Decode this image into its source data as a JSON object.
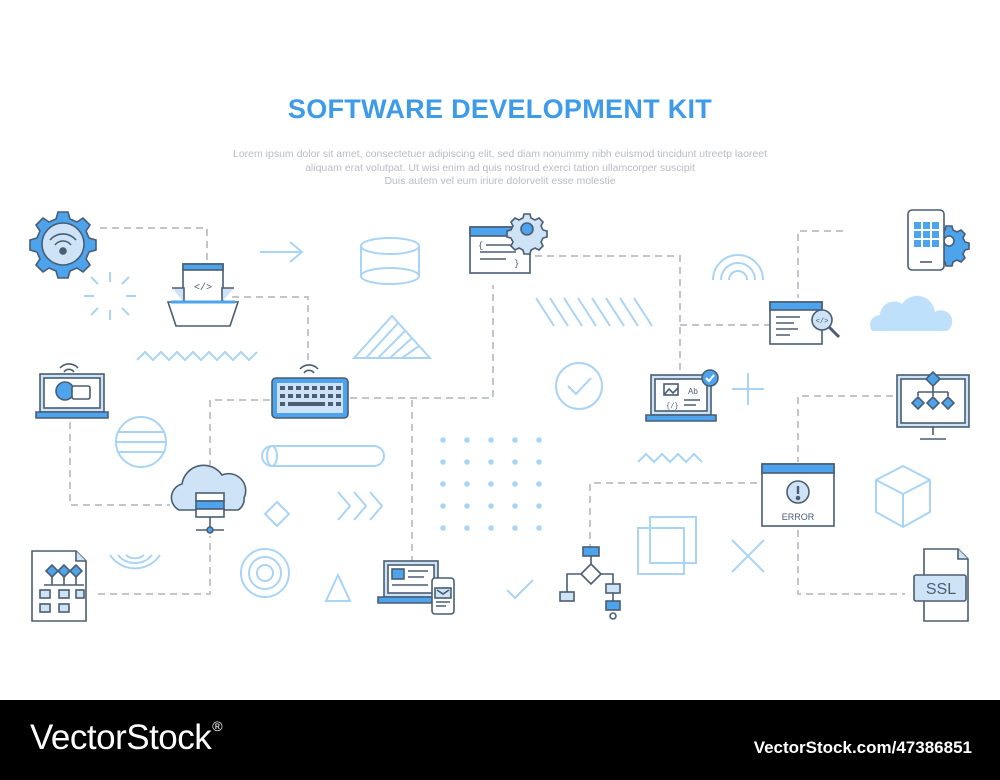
{
  "title": "SOFTWARE DEVELOPMENT KIT",
  "description": [
    "Lorem ipsum dolor sit amet, consectetuer adipiscing elit, sed diam nonummy nibh euismod tincidunt utreetp laoreet",
    "aliquam erat volutpat. Ut wisi enim ad  quis nostrud exerci tation ullamcorper suscipit",
    "Duis autem vel eum iriure dolorvelit esse molestie"
  ],
  "icon_labels": {
    "error": "ERROR",
    "ssl": "SSL",
    "code_tag": "</>",
    "code_tag_small": "{/}",
    "ab": "Ab"
  },
  "footer": {
    "brand": "VectorStock",
    "registered": "®",
    "id": "VectorStock.com/47386851"
  },
  "colors": {
    "accent": "#3d9be9",
    "outline": "#4a5d72",
    "light": "#cfe3f6",
    "dashed": "#c2c6cc",
    "decor": "#a9d4f5"
  },
  "icons": [
    "wifi-gear-icon",
    "code-tray-icon",
    "laptop-chat-icon",
    "wifi-keyboard-icon",
    "cloud-server-icon",
    "file-hierarchy-icon",
    "responsive-devices-icon",
    "code-window-gear-icon",
    "laptop-design-check-icon",
    "code-search-icon",
    "flowchart-icon",
    "error-window-icon",
    "mobile-app-gear-icon",
    "monitor-network-icon",
    "ssl-file-icon"
  ]
}
